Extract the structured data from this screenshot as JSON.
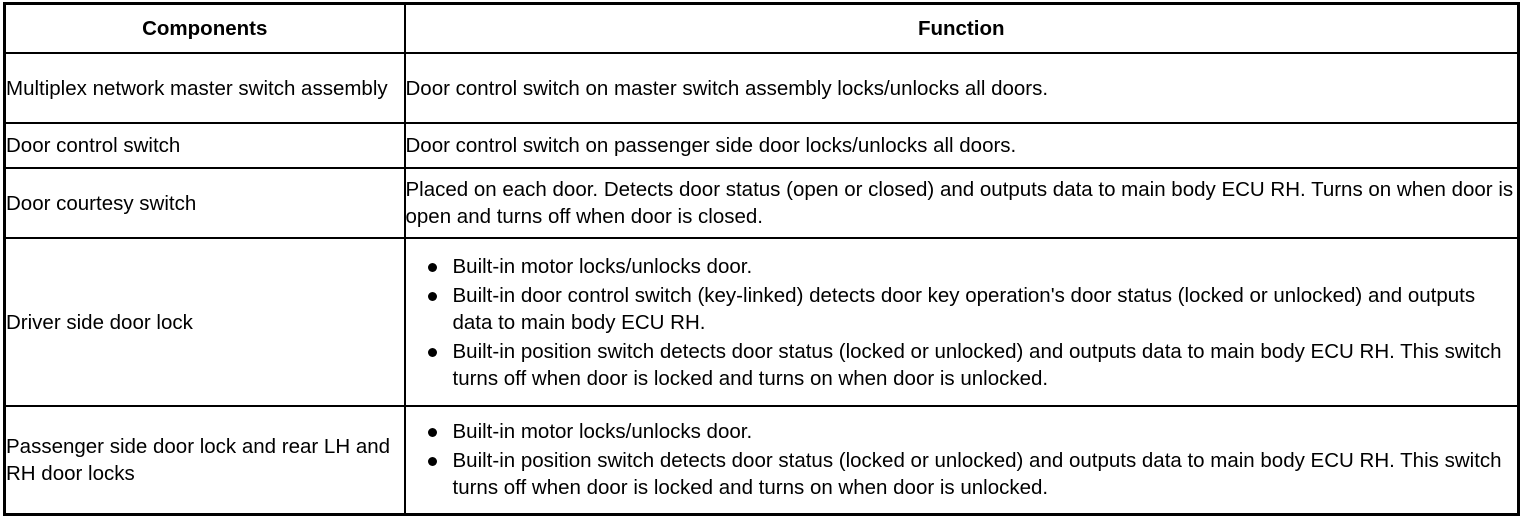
{
  "table": {
    "headers": {
      "components": "Components",
      "function": "Function"
    },
    "rows": [
      {
        "component": "Multiplex network master switch assembly",
        "function_type": "text",
        "function_text": "Door control switch on master switch assembly locks/unlocks all doors.",
        "bullets": []
      },
      {
        "component": "Door control switch",
        "function_type": "text",
        "function_text": "Door control switch on passenger side door locks/unlocks all doors.",
        "bullets": []
      },
      {
        "component": "Door courtesy switch",
        "function_type": "text",
        "function_text": "Placed on each door. Detects door status (open or closed) and outputs data to main body ECU RH. Turns on when door is open and turns off when door is closed.",
        "bullets": []
      },
      {
        "component": "Driver side door lock",
        "function_type": "list",
        "function_text": "",
        "bullets": [
          "Built-in motor locks/unlocks door.",
          "Built-in door control switch (key-linked) detects door key operation's door status (locked or unlocked) and outputs data to main body ECU RH.",
          "Built-in position switch detects door status (locked or unlocked) and outputs data to main body ECU RH. This switch turns off when door is locked and turns on when door is unlocked."
        ]
      },
      {
        "component": "Passenger side door lock and rear LH and RH door locks",
        "function_type": "list",
        "function_text": "",
        "bullets": [
          "Built-in motor locks/unlocks door.",
          "Built-in position switch detects door status (locked or unlocked) and outputs data to main body ECU RH. This switch turns off when door is locked and turns on when door is unlocked."
        ]
      }
    ]
  },
  "style": {
    "border_color": "#000000",
    "text_color": "#000000",
    "background": "#ffffff"
  }
}
